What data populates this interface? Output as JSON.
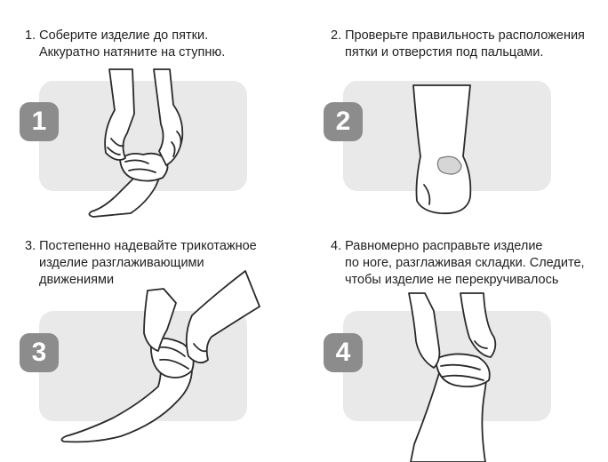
{
  "steps": [
    {
      "number": "1",
      "lines": [
        "1. Соберите изделие до пятки.",
        "Аккуратно натяните на ступню."
      ]
    },
    {
      "number": "2",
      "lines": [
        "2. Проверьте правильность расположения",
        "пятки и отверстия под пальцами."
      ]
    },
    {
      "number": "3",
      "lines": [
        "3. Постепенно надевайте трикотажное",
        "изделие разглаживающими",
        "движениями"
      ]
    },
    {
      "number": "4",
      "lines": [
        "4. Равномерно расправьте изделие",
        "по ноге, разглаживая складки. Следите,",
        "чтобы изделие не перекручивалось"
      ]
    }
  ],
  "colors": {
    "panel": "#e9e9e9",
    "badge": "#8c8c8c",
    "badge_text": "#ffffff",
    "text": "#1f1f1f"
  }
}
